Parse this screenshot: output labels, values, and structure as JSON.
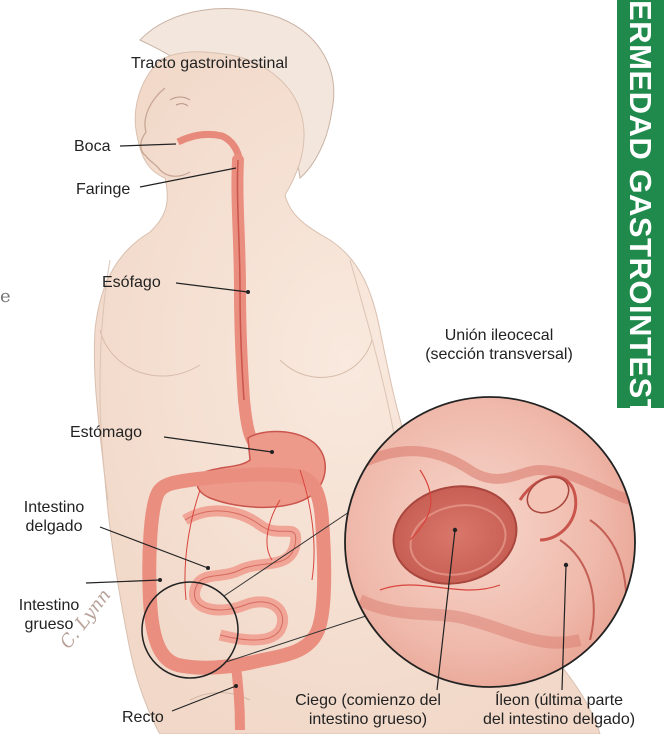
{
  "side_banner": "ERMEDAD GASTROINTESTINAL",
  "stray_mark": "e",
  "signature": "C. Lynn",
  "labels": {
    "title": "Tracto gastrointestinal",
    "boca": "Boca",
    "faringe": "Faringe",
    "esofago": "Esófago",
    "estomago": "Estómago",
    "intestino_delgado": [
      "Intestino",
      "delgado"
    ],
    "intestino_grueso": [
      "Intestino",
      "grueso"
    ],
    "recto": "Recto",
    "union_ileocecal": [
      "Unión ileocecal",
      "(sección transversal)"
    ],
    "ciego": [
      "Ciego (comienzo del",
      "intestino grueso)"
    ],
    "ileon": [
      "Íleon (última parte",
      "del intestino delgado)"
    ]
  },
  "colors": {
    "skin": "#f6e3d6",
    "tract": "#e98578",
    "tract_dark": "#c9554c",
    "vessel": "#d8443c",
    "outline": "#b99b8a",
    "banner": "#1f8a4c"
  }
}
